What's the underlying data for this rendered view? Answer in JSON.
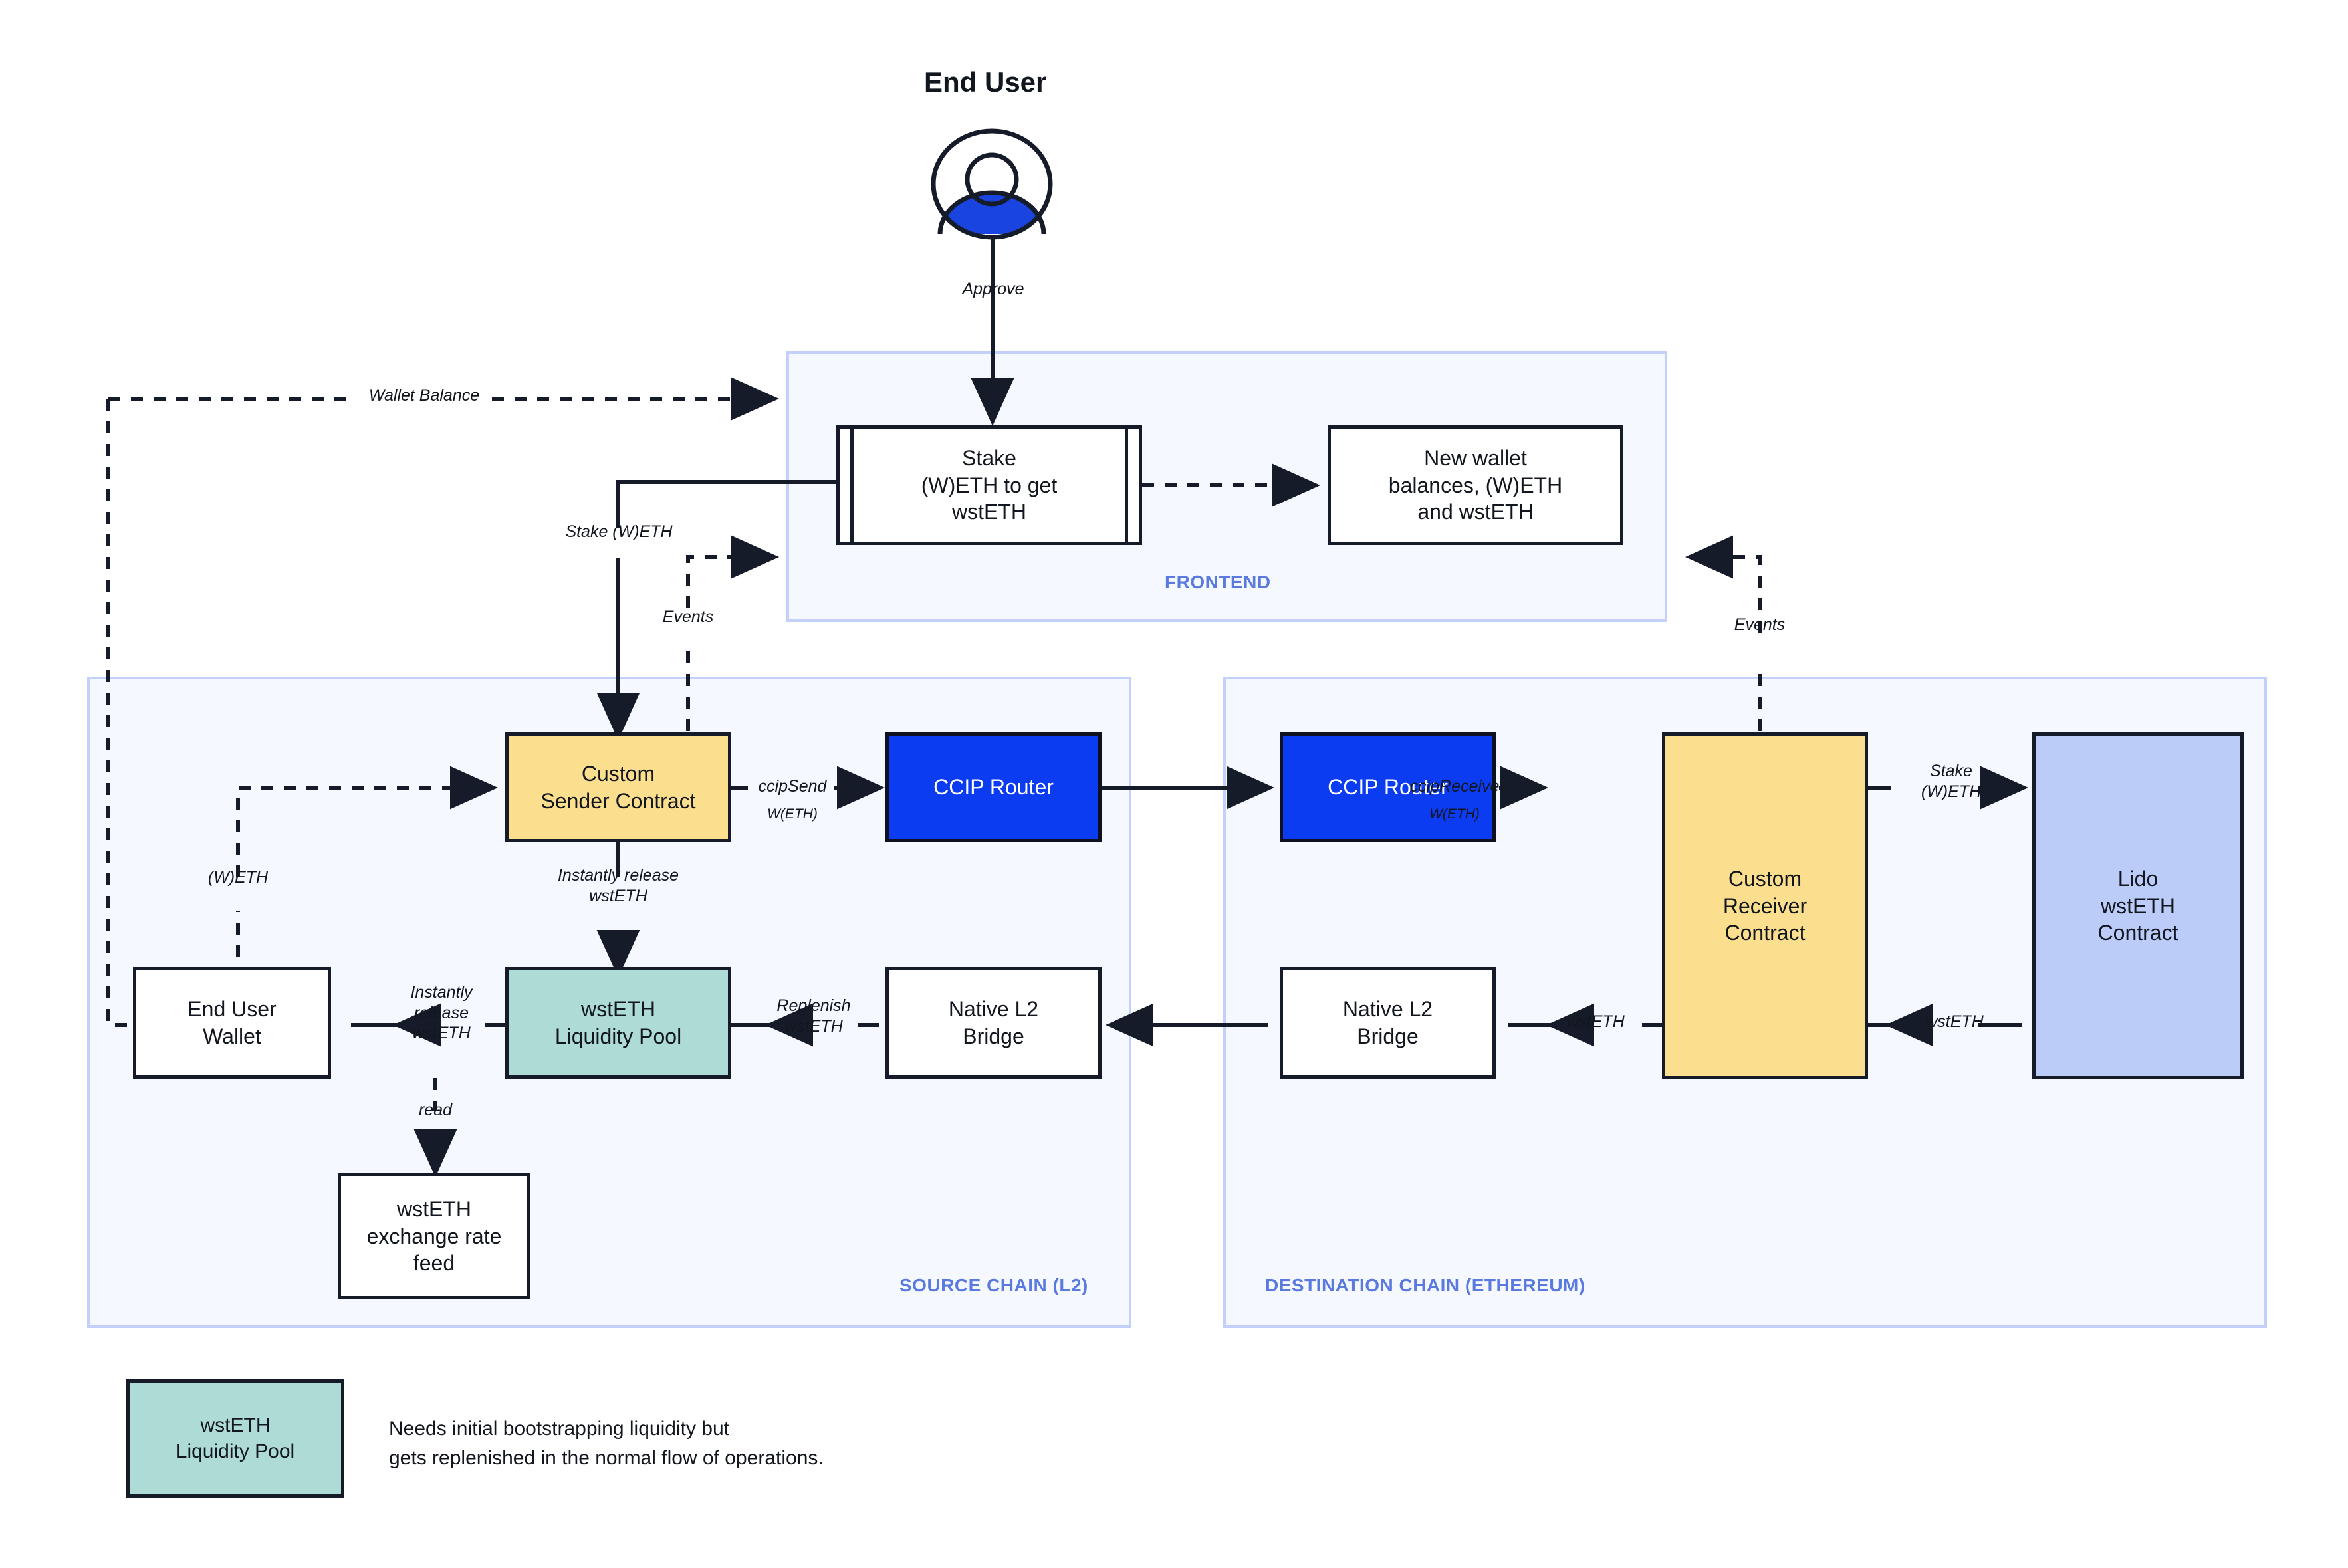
{
  "diagram": {
    "actor": {
      "label": "End User",
      "icon": "user-avatar-icon"
    },
    "zones": [
      {
        "id": "frontend",
        "label": "FRONTEND"
      },
      {
        "id": "source",
        "label": "SOURCE CHAIN (L2)"
      },
      {
        "id": "destination",
        "label": "DESTINATION CHAIN (ETHEREUM)"
      }
    ],
    "nodes": {
      "stake_form": "Stake\n(W)ETH to get\nwstETH",
      "new_balances": "New wallet\nbalances, (W)ETH\nand wstETH",
      "sender_contract": "Custom\nSender Contract",
      "ccip_router_source": "CCIP Router",
      "ccip_router_dest": "CCIP Router",
      "receiver_contract": "Custom\nReceiver\nContract",
      "lido_contract": "Lido\nwstETH\nContract",
      "end_user_wallet": "End User\nWallet",
      "liquidity_pool": "wstETH\nLiquidity Pool",
      "native_bridge_source": "Native L2\nBridge",
      "native_bridge_dest": "Native L2\nBridge",
      "exchange_rate_feed": "wstETH\nexchange rate\nfeed"
    },
    "edge_labels": {
      "approve": "Approve",
      "wallet_balance": "Wallet Balance",
      "stake_weth": "Stake (W)ETH",
      "events_source": "Events",
      "events_dest": "Events",
      "weth": "(W)ETH",
      "ccip_send": "ccipSend",
      "ccip_send_sub": "W(ETH)",
      "ccip_receive": "ccipReceive",
      "ccip_receive_sub": "W(ETH)",
      "instantly_release_wsteth_down": "Instantly release\nwstETH",
      "instantly_release_wsteth_left": "Instantly\nrelease\nwstETH",
      "replenish_wsteth": "Replenish\nwstETH",
      "wsteth_bridge": "wstETH",
      "wsteth_lido": "wstETH",
      "stake_weth_dest": "Stake\n(W)ETH",
      "read": "read"
    },
    "legend": {
      "swatch_label": "wstETH\nLiquidity Pool",
      "note": "Needs initial bootstrapping liquidity but\ngets replenished in the normal flow of operations."
    },
    "colors": {
      "zone_fill": "#f5f8ff",
      "zone_border": "#c2d0fb",
      "zone_label": "#5b7ae0",
      "yellow": "#fcdf8e",
      "teal": "#aedbd6",
      "ccip_blue": "#0b3cf1",
      "lido_blue": "#bcccf8",
      "stroke": "#161b29"
    }
  }
}
